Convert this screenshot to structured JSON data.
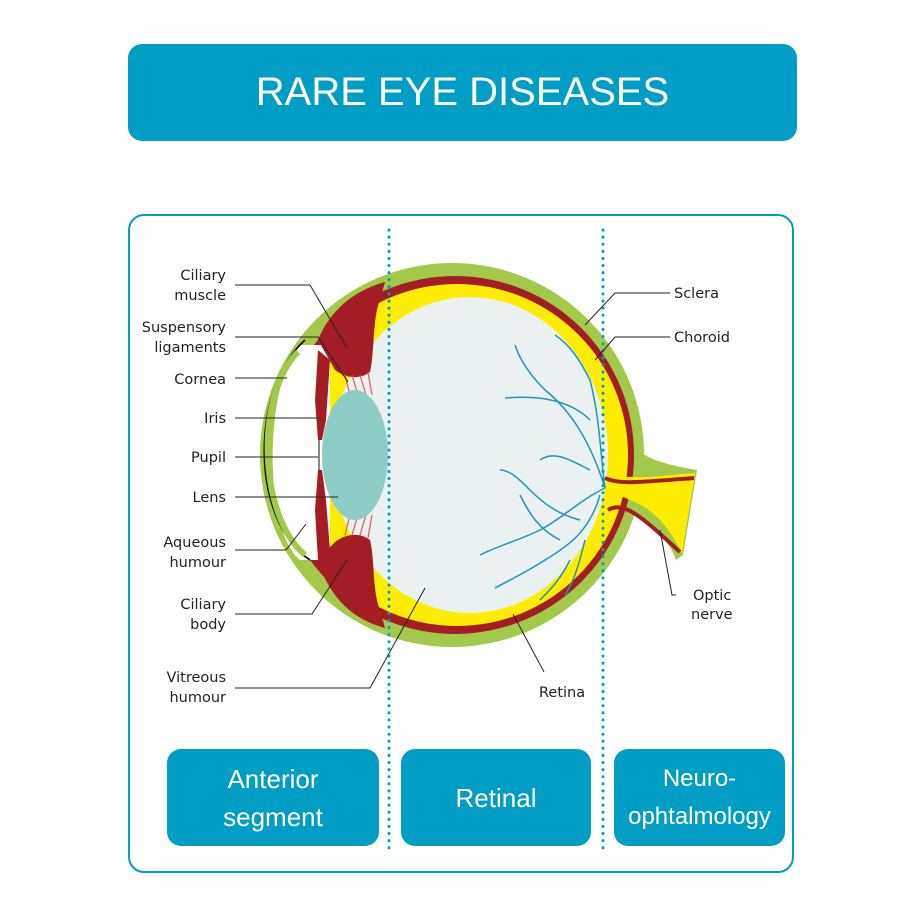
{
  "title": "RARE EYE DISEASES",
  "colors": {
    "accent": "#009dc4",
    "sclera": "#a2c94a",
    "choroid": "#a51d24",
    "retina": "#ffed00",
    "vitreous": "#eaf1f0",
    "lens": "#8ecdc6",
    "vessels": "#1f95b8",
    "ligaments": "#e8585f"
  },
  "labels": {
    "left": [
      {
        "line1": "Ciliary",
        "line2": "muscle"
      },
      {
        "line1": "Suspensory",
        "line2": "ligaments"
      },
      {
        "line1": "Cornea"
      },
      {
        "line1": "Iris"
      },
      {
        "line1": "Pupil"
      },
      {
        "line1": "Lens"
      },
      {
        "line1": "Aqueous",
        "line2": "humour"
      },
      {
        "line1": "Ciliary",
        "line2": "body"
      },
      {
        "line1": "Vitreous",
        "line2": "humour"
      }
    ],
    "right": [
      {
        "line1": "Sclera"
      },
      {
        "line1": "Choroid"
      },
      {
        "line1": "Optic",
        "line2": "nerve"
      }
    ],
    "bottom": [
      {
        "line1": "Retina"
      }
    ]
  },
  "categories": [
    {
      "line1": "Anterior",
      "line2": "segment"
    },
    {
      "line1": "Retinal"
    },
    {
      "line1": "Neuro-",
      "line2": "ophtalmology"
    }
  ]
}
